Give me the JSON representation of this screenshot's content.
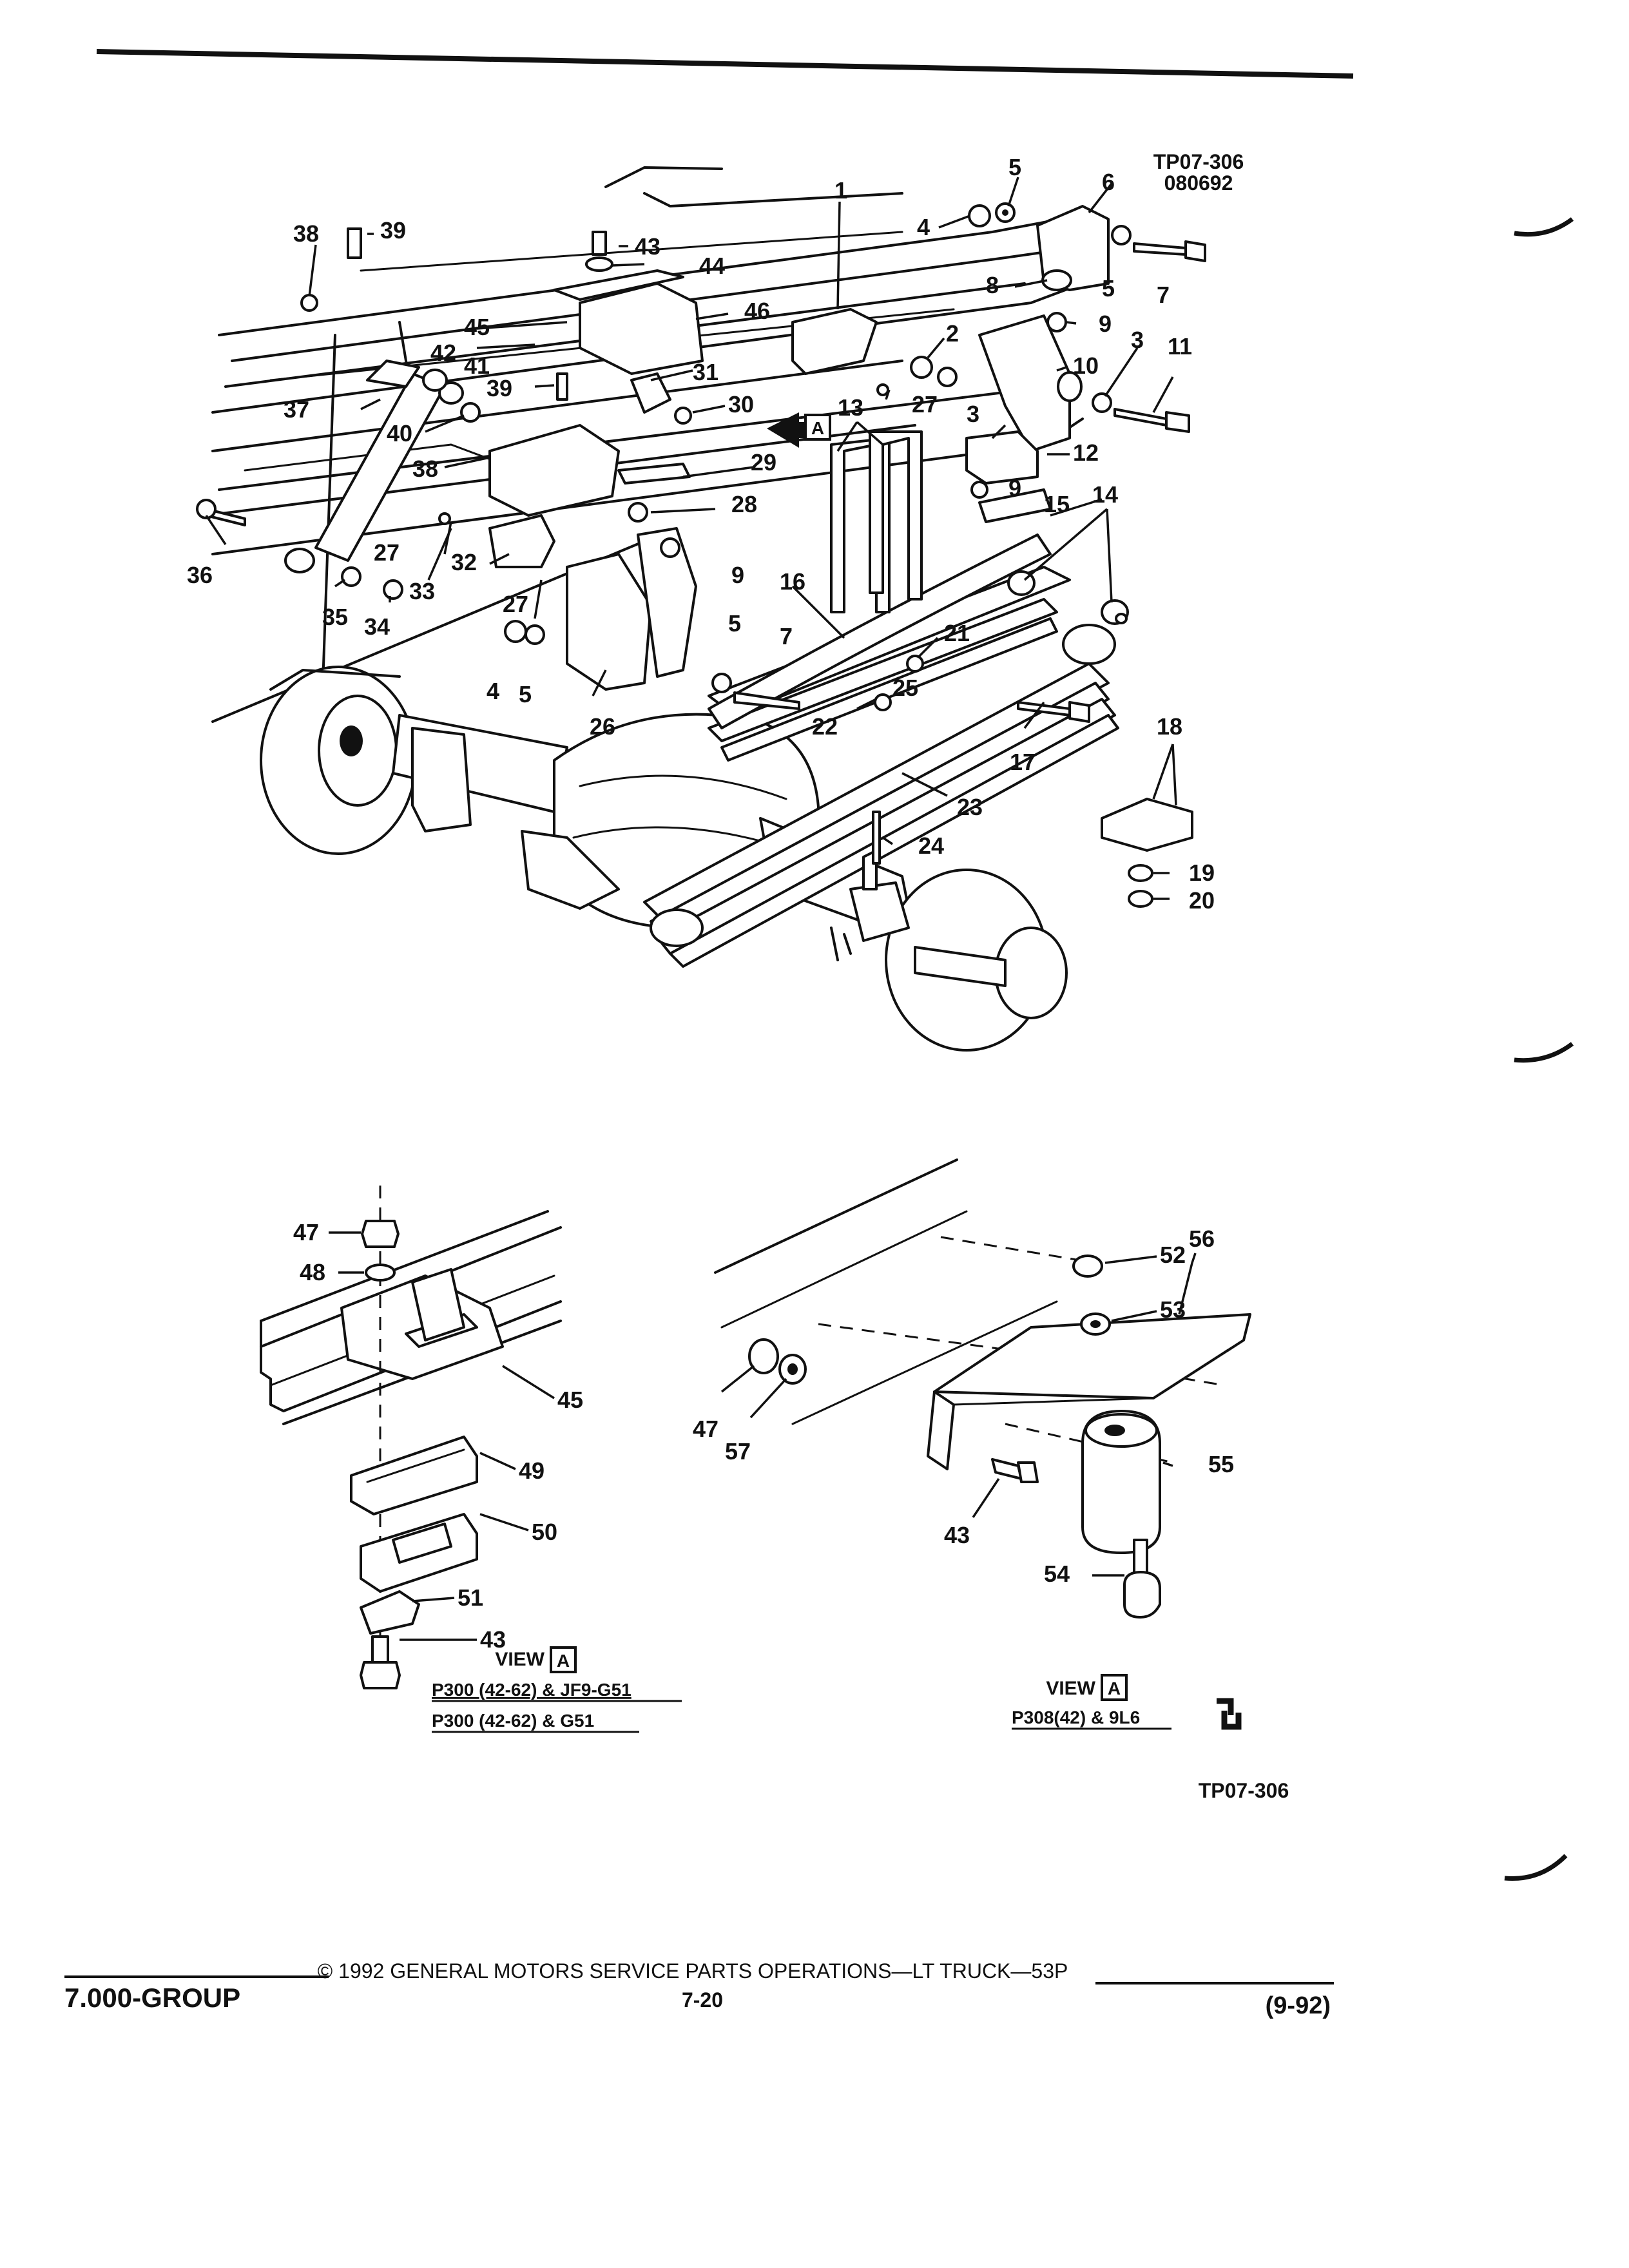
{
  "figure_ids": {
    "top_id": "TP07-306",
    "top_date": "080692",
    "bottom_id": "TP07-306"
  },
  "view_left": {
    "title": "VIEW",
    "box": "A",
    "line1": "P300 (42-62) & JF9-G51",
    "line2": "P300 (42-62) & G51"
  },
  "view_right": {
    "title": "VIEW",
    "box": "A",
    "line1": "P308(42) & 9L6"
  },
  "arrow_box": "A",
  "footer": {
    "group": "7.000-GROUP",
    "copyright": "© 1992 GENERAL MOTORS SERVICE PARTS OPERATIONS—LT TRUCK—53P",
    "page": "7-20",
    "date": "(9-92)"
  },
  "callouts": {
    "c1": "1",
    "c2": "2",
    "c3a": "3",
    "c3b": "3",
    "c4a": "4",
    "c4b": "4",
    "c5a": "5",
    "c5b": "5",
    "c5c": "5",
    "c5d": "5",
    "c6": "6",
    "c7a": "7",
    "c7b": "7",
    "c8": "8",
    "c9a": "9",
    "c9b": "9",
    "c9c": "9",
    "c10": "10",
    "c11": "11",
    "c12": "12",
    "c13": "13",
    "c14": "14",
    "c15": "15",
    "c16": "16",
    "c17": "17",
    "c18": "18",
    "c19": "19",
    "c20": "20",
    "c21": "21",
    "c22": "22",
    "c23": "23",
    "c24": "24",
    "c25": "25",
    "c26": "26",
    "c27a": "27",
    "c27b": "27",
    "c27c": "27",
    "c28": "28",
    "c29": "29",
    "c30": "30",
    "c31": "31",
    "c32": "32",
    "c33": "33",
    "c34": "34",
    "c35": "35",
    "c36": "36",
    "c37": "37",
    "c38a": "38",
    "c38b": "38",
    "c39a": "39",
    "c39b": "39",
    "c40": "40",
    "c41": "41",
    "c42": "42",
    "c43a": "43",
    "c44": "44",
    "c45a": "45",
    "c46": "46",
    "c47a": "47",
    "c48": "48",
    "c45b": "45",
    "c49": "49",
    "c50": "50",
    "c51": "51",
    "c43b": "43",
    "c52": "52",
    "c56": "56",
    "c53": "53",
    "c47b": "47",
    "c57": "57",
    "c55": "55",
    "c43c": "43",
    "c54": "54"
  }
}
